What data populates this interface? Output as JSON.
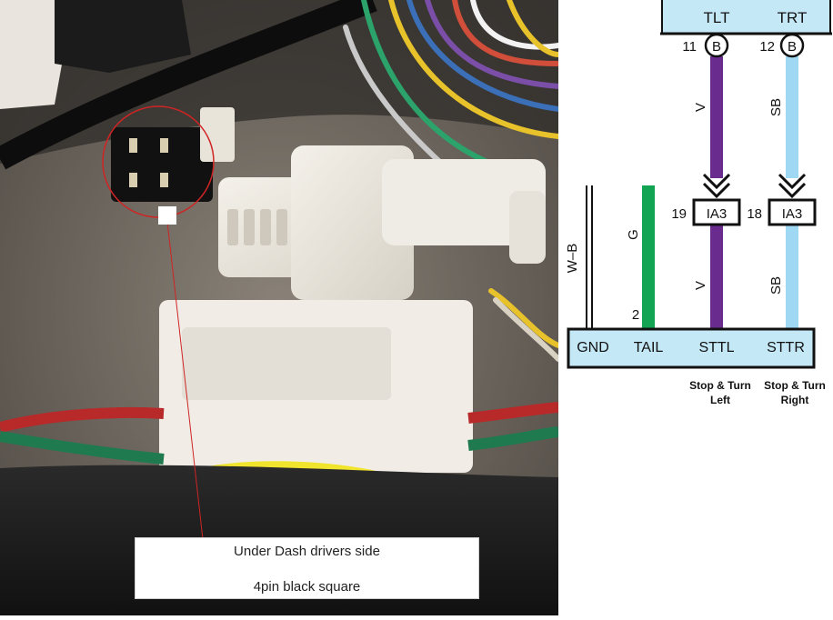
{
  "photo": {
    "caption_line1": "Under Dash drivers side",
    "caption_line2": "4pin black square"
  },
  "diagram": {
    "top_labels": [
      "TLT",
      "TRT"
    ],
    "top_pins": [
      {
        "number": "11",
        "code": "B"
      },
      {
        "number": "12",
        "code": "B"
      }
    ],
    "wire_colors_top": [
      "V",
      "SB"
    ],
    "connectors": [
      {
        "number": "19",
        "code": "IA3"
      },
      {
        "number": "18",
        "code": "IA3"
      }
    ],
    "wire_colors_bottom": [
      "V",
      "SB"
    ],
    "left_wires": [
      {
        "label": "W–B"
      },
      {
        "label": "G",
        "pin": "2"
      }
    ],
    "bottom_labels": [
      "GND",
      "TAIL",
      "STTL",
      "STTR"
    ],
    "notes": [
      {
        "line1": "Stop & Turn",
        "line2": "Left"
      },
      {
        "line1": "Stop & Turn",
        "line2": "Right"
      }
    ],
    "colors": {
      "band": "#c5e8f7",
      "violet": "#6a2b8e",
      "sky_blue": "#9fd8f3",
      "green": "#12a453"
    }
  }
}
